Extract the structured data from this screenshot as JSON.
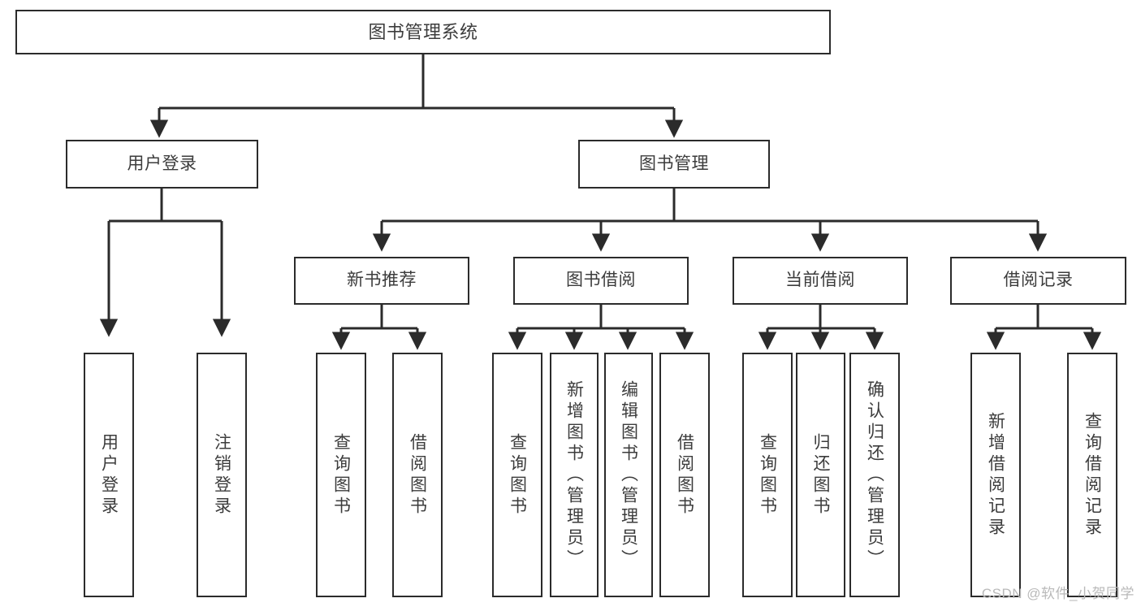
{
  "diagram": {
    "type": "tree-hierarchy",
    "title": "图书管理系统",
    "orientation": "top-down",
    "colors": {
      "background": "#ffffff",
      "box_border": "#2b2b2b",
      "box_fill": "#ffffff",
      "text": "#3c3c3c",
      "connector": "#2b2b2b",
      "watermark": "#b9b9b9"
    }
  },
  "watermark": {
    "text": "CSDN @软件_小贺同学"
  },
  "nodes": {
    "root": {
      "label": "图书管理系统"
    },
    "level2": [
      {
        "id": "user-login",
        "label": "用户登录"
      },
      {
        "id": "book-management",
        "label": "图书管理"
      }
    ],
    "level3": [
      {
        "id": "new-book-recommend",
        "label": "新书推荐"
      },
      {
        "id": "book-borrow",
        "label": "图书借阅"
      },
      {
        "id": "current-borrow",
        "label": "当前借阅"
      },
      {
        "id": "borrow-record",
        "label": "借阅记录"
      }
    ],
    "leaves": {
      "user-login": [
        {
          "id": "leaf-user-login",
          "label": "用户登录"
        },
        {
          "id": "leaf-user-logout",
          "label": "注销登录"
        }
      ],
      "new-book-recommend": [
        {
          "id": "leaf-query-book-1",
          "label": "查询图书"
        },
        {
          "id": "leaf-borrow-book-1",
          "label": "借阅图书"
        }
      ],
      "book-borrow": [
        {
          "id": "leaf-query-book-2",
          "label": "查询图书"
        },
        {
          "id": "leaf-add-book",
          "label": "新增图书（管理员）"
        },
        {
          "id": "leaf-edit-book",
          "label": "编辑图书（管理员）"
        },
        {
          "id": "leaf-borrow-book-2",
          "label": "借阅图书"
        }
      ],
      "current-borrow": [
        {
          "id": "leaf-query-book-3",
          "label": "查询图书"
        },
        {
          "id": "leaf-return-book",
          "label": "归还图书"
        },
        {
          "id": "leaf-confirm-return",
          "label": "确认归还（管理员）"
        }
      ],
      "borrow-record": [
        {
          "id": "leaf-add-record",
          "label": "新增借阅记录"
        },
        {
          "id": "leaf-query-record",
          "label": "查询借阅记录"
        }
      ]
    }
  }
}
